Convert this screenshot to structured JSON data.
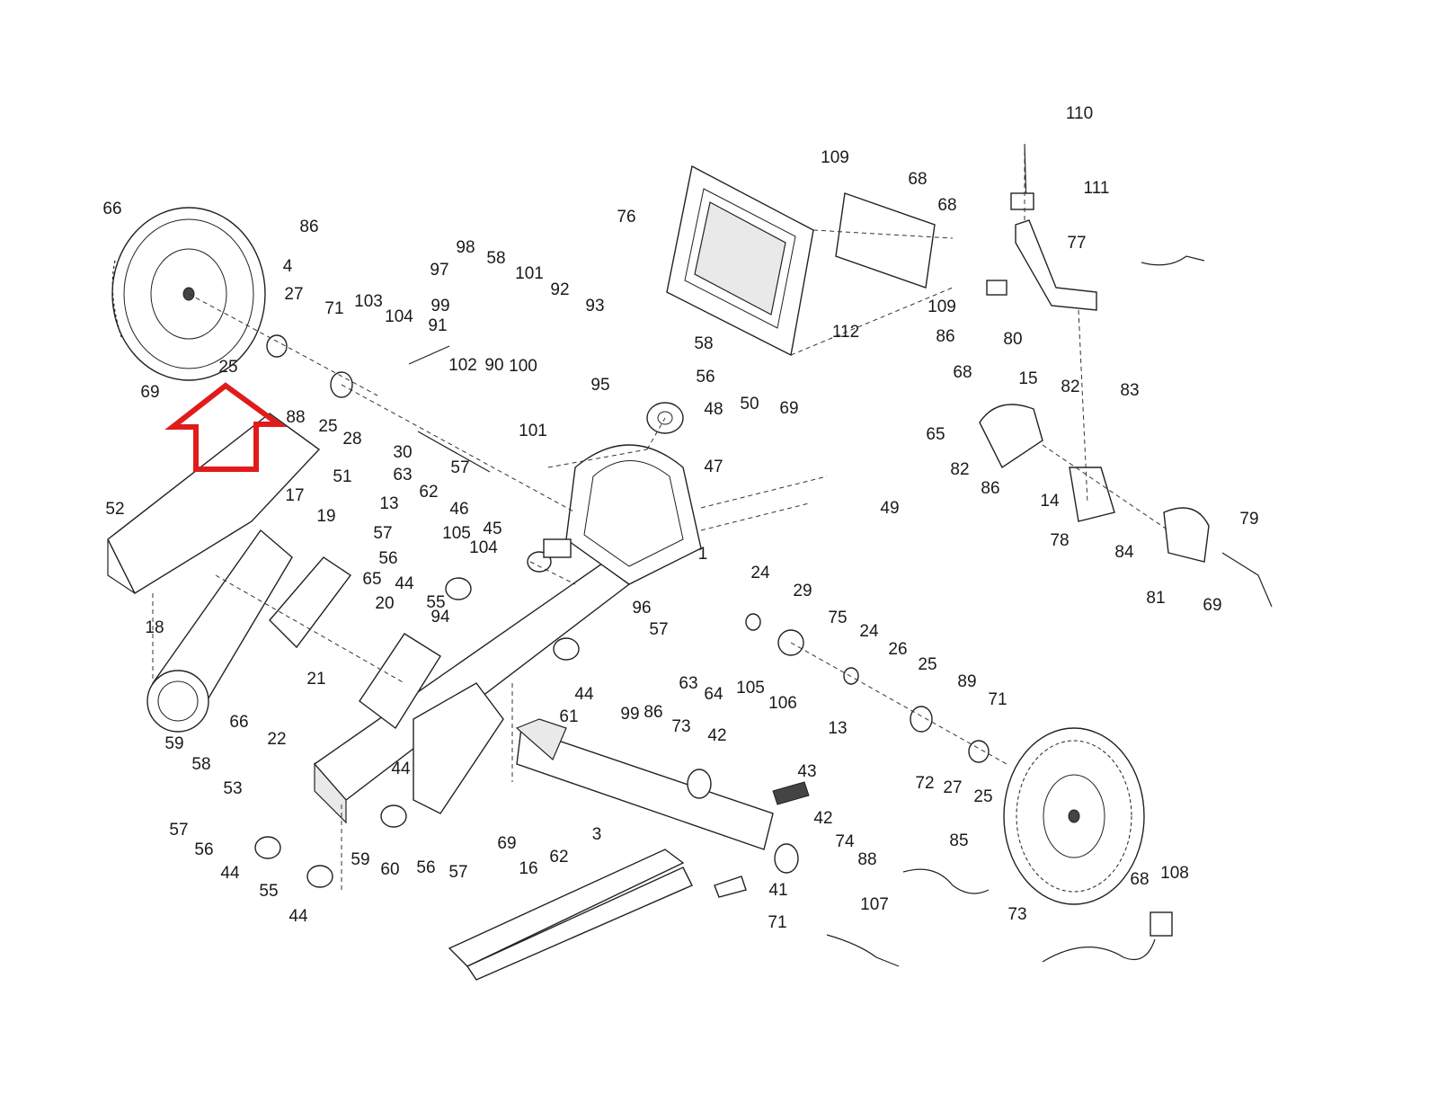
{
  "accent_color": "#e11b1b",
  "callouts": [
    "1",
    "3",
    "4",
    "13",
    "13",
    "14",
    "15",
    "16",
    "17",
    "18",
    "19",
    "20",
    "21",
    "22",
    "24",
    "24",
    "25",
    "25",
    "25",
    "25",
    "26",
    "27",
    "27",
    "28",
    "29",
    "30",
    "41",
    "42",
    "42",
    "43",
    "44",
    "44",
    "44",
    "44",
    "44",
    "45",
    "46",
    "47",
    "48",
    "49",
    "50",
    "51",
    "52",
    "53",
    "55",
    "55",
    "56",
    "56",
    "56",
    "56",
    "57",
    "57",
    "57",
    "57",
    "57",
    "58",
    "58",
    "58",
    "59",
    "59",
    "60",
    "61",
    "62",
    "62",
    "63",
    "63",
    "64",
    "65",
    "65",
    "66",
    "66",
    "68",
    "68",
    "68",
    "68",
    "69",
    "69",
    "69",
    "69",
    "71",
    "71",
    "71",
    "72",
    "73",
    "73",
    "74",
    "75",
    "76",
    "77",
    "78",
    "79",
    "80",
    "81",
    "82",
    "82",
    "83",
    "84",
    "85",
    "86",
    "86",
    "86",
    "86",
    "88",
    "88",
    "89",
    "90",
    "91",
    "92",
    "93",
    "94",
    "95",
    "96",
    "97",
    "98",
    "99",
    "99",
    "100",
    "101",
    "101",
    "102",
    "103",
    "104",
    "104",
    "105",
    "105",
    "106",
    "107",
    "108",
    "109",
    "109",
    "110",
    "111",
    "112"
  ],
  "highlight": {
    "shape": "up-arrow-outline",
    "color": "#e11b1b"
  }
}
